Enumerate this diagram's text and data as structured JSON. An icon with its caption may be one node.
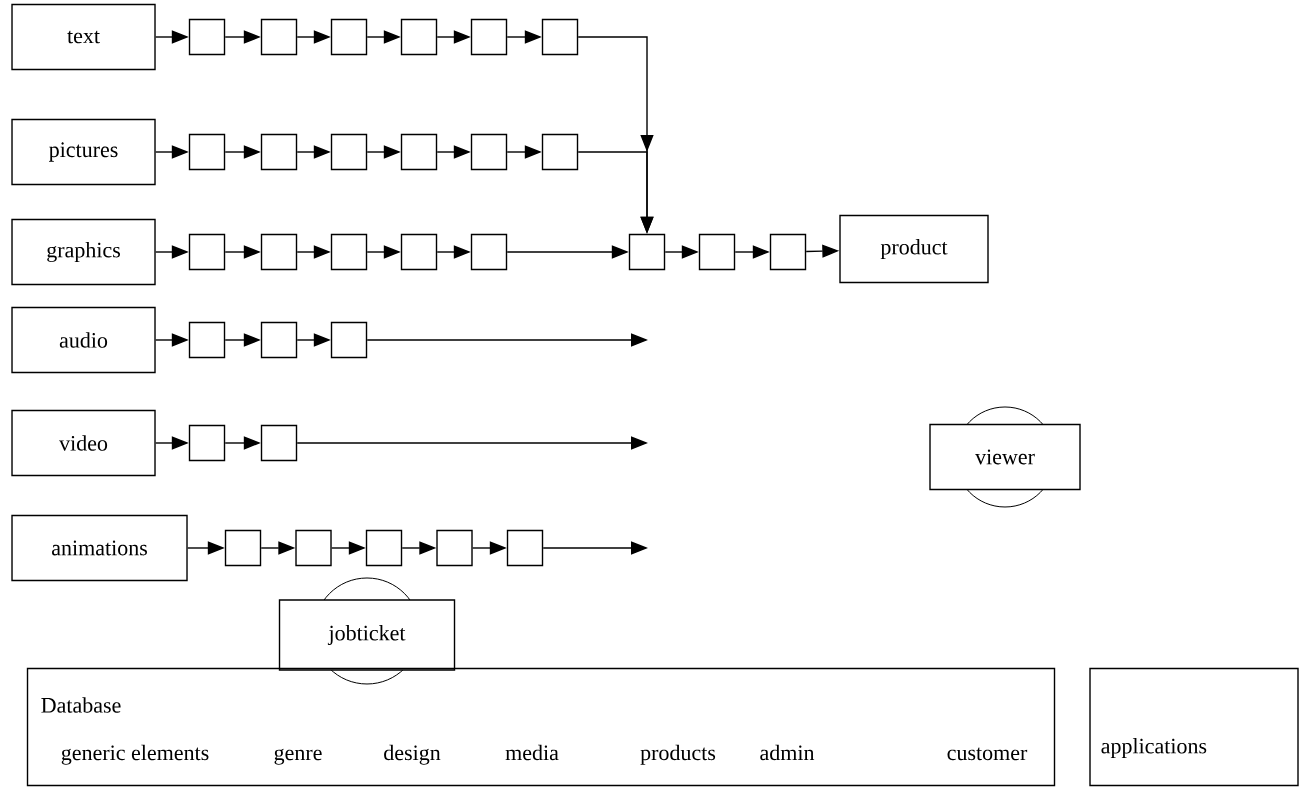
{
  "diagram": {
    "nodes": [
      {
        "text": [
          "text"
        ]
      },
      {
        "text": [],
        "shape": "box"
      },
      {
        "text": [],
        "shape": "box"
      },
      {
        "text": [],
        "shape": "box"
      },
      {
        "text": [],
        "shape": "box"
      },
      {
        "text": [],
        "shape": "box"
      },
      {
        "text": [],
        "shape": "box"
      },
      {
        "text": [
          "pictures"
        ]
      },
      {
        "text": [],
        "shape": "box"
      },
      {
        "text": [],
        "shape": "box"
      },
      {
        "text": [],
        "shape": "box"
      },
      {
        "text": [],
        "shape": "box"
      },
      {
        "text": [],
        "shape": "box"
      },
      {
        "text": [],
        "shape": "box"
      },
      {
        "text": [
          "graphics"
        ]
      },
      {
        "text": [],
        "shape": "box"
      },
      {
        "text": [],
        "shape": "box"
      },
      {
        "text": [],
        "shape": "box"
      },
      {
        "text": [],
        "shape": "box"
      },
      {
        "text": [],
        "shape": "box"
      },
      {
        "text": [],
        "shape": "box"
      },
      {
        "text": [],
        "shape": "box"
      },
      {
        "text": [],
        "shape": "box"
      },
      {
        "text": [
          "product"
        ]
      },
      {
        "text": [
          "audio"
        ]
      },
      {
        "text": [],
        "shape": "box"
      },
      {
        "text": [],
        "shape": "box"
      },
      {
        "text": [],
        "shape": "box"
      },
      {
        "text": [
          "video"
        ]
      },
      {
        "text": [],
        "shape": "box"
      },
      {
        "text": [],
        "shape": "box"
      },
      {
        "text": [
          "animations"
        ]
      },
      {
        "text": [],
        "shape": "box"
      },
      {
        "text": [],
        "shape": "box"
      },
      {
        "text": [],
        "shape": "box"
      },
      {
        "text": [],
        "shape": "box"
      },
      {
        "text": [],
        "shape": "box"
      },
      {
        "text": [
          "viewer"
        ]
      },
      {
        "text": [
          "jobticket"
        ]
      },
      {
        "text": [
          "Database",
          "generic elements",
          "genre",
          "design",
          "media",
          "products",
          "admin",
          "customer"
        ]
      },
      {
        "text": [
          "applications"
        ]
      }
    ],
    "edges": [
      {
        "from": 0,
        "to": 1,
        "arrow": "to"
      },
      {
        "from": 1,
        "to": 2,
        "arrow": "to"
      },
      {
        "from": 2,
        "to": 3,
        "arrow": "to"
      },
      {
        "from": 3,
        "to": 4,
        "arrow": "to"
      },
      {
        "from": 4,
        "to": 5,
        "arrow": "to"
      },
      {
        "from": 5,
        "to": 6,
        "arrow": "to"
      },
      {
        "from": 6,
        "to": 20,
        "arrow": "to"
      },
      {
        "from": 7,
        "to": 8,
        "arrow": "to"
      },
      {
        "from": 8,
        "to": 9,
        "arrow": "to"
      },
      {
        "from": 9,
        "to": 10,
        "arrow": "to"
      },
      {
        "from": 10,
        "to": 11,
        "arrow": "to"
      },
      {
        "from": 11,
        "to": 12,
        "arrow": "to"
      },
      {
        "from": 12,
        "to": 13,
        "arrow": "to"
      },
      {
        "from": 13,
        "to": 20,
        "arrow": "to"
      },
      {
        "from": 14,
        "to": 15,
        "arrow": "to"
      },
      {
        "from": 15,
        "to": 16,
        "arrow": "to"
      },
      {
        "from": 16,
        "to": 17,
        "arrow": "to"
      },
      {
        "from": 17,
        "to": 18,
        "arrow": "to"
      },
      {
        "from": 18,
        "to": 19,
        "arrow": "to"
      },
      {
        "from": 19,
        "to": 20,
        "arrow": "to"
      },
      {
        "from": 20,
        "to": 21,
        "arrow": "to"
      },
      {
        "from": 21,
        "to": 22,
        "arrow": "to"
      },
      {
        "from": 22,
        "to": 23,
        "arrow": "to"
      },
      {
        "from": 24,
        "to": 25,
        "arrow": "to"
      },
      {
        "from": 25,
        "to": 26,
        "arrow": "to"
      },
      {
        "from": 26,
        "to": 27,
        "arrow": "to"
      },
      {
        "from": 27,
        "to": null,
        "arrow": "to"
      },
      {
        "from": 28,
        "to": 29,
        "arrow": "to"
      },
      {
        "from": 29,
        "to": 30,
        "arrow": "to"
      },
      {
        "from": 30,
        "to": null,
        "arrow": "to"
      },
      {
        "from": 31,
        "to": 32,
        "arrow": "to"
      },
      {
        "from": 32,
        "to": 33,
        "arrow": "to"
      },
      {
        "from": 33,
        "to": 34,
        "arrow": "to"
      },
      {
        "from": 34,
        "to": 35,
        "arrow": "to"
      },
      {
        "from": 35,
        "to": 36,
        "arrow": "to"
      },
      {
        "from": 36,
        "to": null,
        "arrow": "to"
      }
    ]
  }
}
